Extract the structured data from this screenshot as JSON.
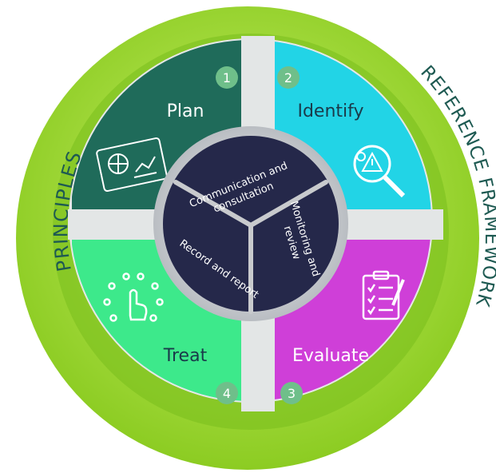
{
  "outer_ring": {
    "left_label": "PRINCIPLES",
    "right_label": "REFERENCE FRAMEWORK"
  },
  "quadrants": [
    {
      "number": "1",
      "label": "Plan",
      "color": "#1f6b5a",
      "icon": "certificate-chart-icon"
    },
    {
      "number": "2",
      "label": "Identify",
      "color": "#1fd3e3",
      "icon": "magnifier-warning-icon"
    },
    {
      "number": "3",
      "label": "Evaluate",
      "color": "#cc3ed6",
      "icon": "clipboard-checklist-icon"
    },
    {
      "number": "4",
      "label": "Treat",
      "color": "#3ee88a",
      "icon": "hand-pointer-icon"
    }
  ],
  "center": {
    "segments": [
      {
        "text_line1": "Communication and",
        "text_line2": "consultation"
      },
      {
        "text_line1": "Monitoring and",
        "text_line2": "review"
      },
      {
        "text_line1": "Record and report",
        "text_line2": ""
      }
    ],
    "color": "#25284a"
  },
  "colors": {
    "ring_outer": "#a9e33a",
    "ring_inner": "#8fd12a",
    "background_disc": "#e8eaea",
    "badge": "#7fbf8f"
  }
}
